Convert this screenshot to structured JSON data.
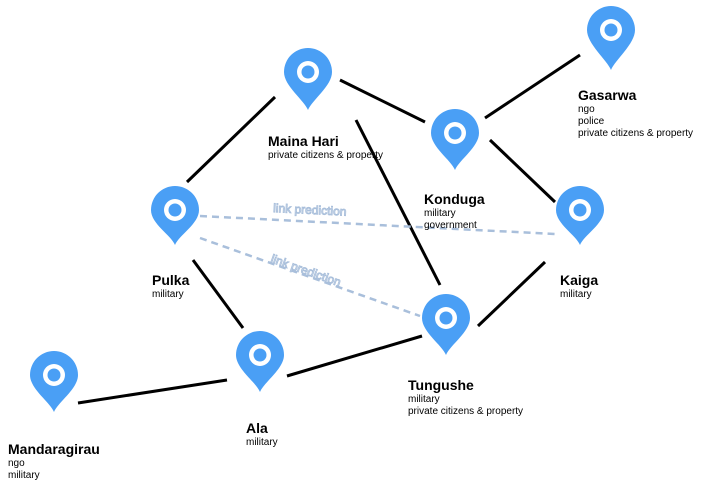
{
  "nodes": [
    {
      "id": "maina-hari",
      "name": "Maina Hari",
      "tags": [
        "private citizens & property"
      ]
    },
    {
      "id": "gasarwa",
      "name": "Gasarwa",
      "tags": [
        "ngo",
        "police",
        "private citizens & property"
      ]
    },
    {
      "id": "konduga",
      "name": "Konduga",
      "tags": [
        "military",
        "government"
      ]
    },
    {
      "id": "pulka",
      "name": "Pulka",
      "tags": [
        "military"
      ]
    },
    {
      "id": "kaiga",
      "name": "Kaiga",
      "tags": [
        "military"
      ]
    },
    {
      "id": "tungushe",
      "name": "Tungushe",
      "tags": [
        "military",
        "private citizens & property"
      ]
    },
    {
      "id": "ala",
      "name": "Ala",
      "tags": [
        "military"
      ]
    },
    {
      "id": "mandaragirau",
      "name": "Mandaragirau",
      "tags": [
        "ngo",
        "military"
      ]
    }
  ],
  "edges": [
    {
      "from": "maina-hari",
      "to": "konduga"
    },
    {
      "from": "maina-hari",
      "to": "pulka"
    },
    {
      "from": "maina-hari",
      "to": "tungushe"
    },
    {
      "from": "gasarwa",
      "to": "konduga"
    },
    {
      "from": "konduga",
      "to": "kaiga"
    },
    {
      "from": "kaiga",
      "to": "tungushe"
    },
    {
      "from": "pulka",
      "to": "ala"
    },
    {
      "from": "ala",
      "to": "tungushe"
    },
    {
      "from": "ala",
      "to": "mandaragirau"
    }
  ],
  "predicted_links": [
    {
      "from": "pulka",
      "to": "kaiga",
      "label": "link prediction"
    },
    {
      "from": "pulka",
      "to": "tungushe",
      "label": "link prediction"
    }
  ],
  "colors": {
    "pin": "#4a9ff5",
    "edge": "#000000",
    "prediction": "#a9bfdb"
  },
  "icons": {
    "node": "map-pin-icon"
  }
}
